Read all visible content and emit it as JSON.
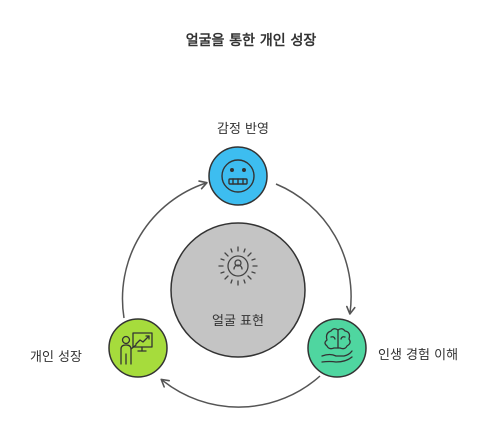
{
  "title": "얼굴을 통한 개인 성장",
  "center": {
    "label": "얼굴 표현",
    "icon": "person-radiant-icon"
  },
  "nodes": [
    {
      "id": "top",
      "label": "감정 반영",
      "icon": "neutral-face-icon",
      "color": "#3dbdf0"
    },
    {
      "id": "right",
      "label": "인생 경험 이해",
      "icon": "brain-in-hand-icon",
      "color": "#4fd6a0"
    },
    {
      "id": "left",
      "label": "개인 성장",
      "icon": "presenter-chart-icon",
      "color": "#a6dc3c"
    }
  ],
  "colors": {
    "center_fill": "#c4c4c4",
    "arrow": "#555555",
    "outline": "#333333"
  }
}
